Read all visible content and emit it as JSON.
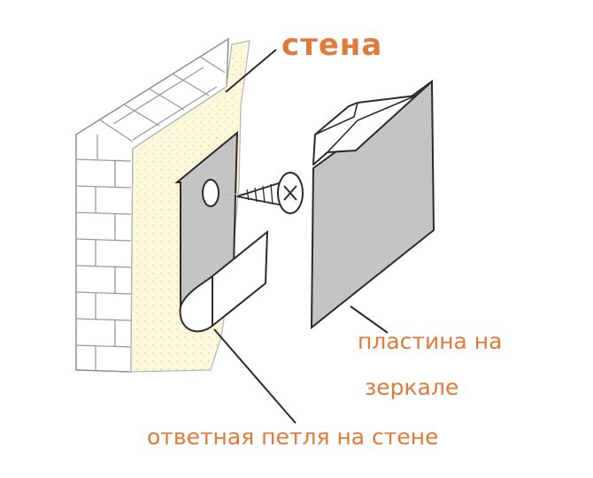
{
  "labels": {
    "wall": "стена",
    "plate_line1": "пластина на",
    "plate_line2": "зеркале",
    "loop": "ответная петля на стене"
  },
  "colors": {
    "label": "#e07a3a",
    "outline": "#2b2b2b",
    "plate_fill": "#c4c4c4",
    "plaster_fill": "#fbf8d8",
    "brick_line": "#9a9a9a"
  },
  "parts": [
    "brick-wall",
    "plaster-layer",
    "wall-hook-plate",
    "screw",
    "mirror-plate"
  ]
}
